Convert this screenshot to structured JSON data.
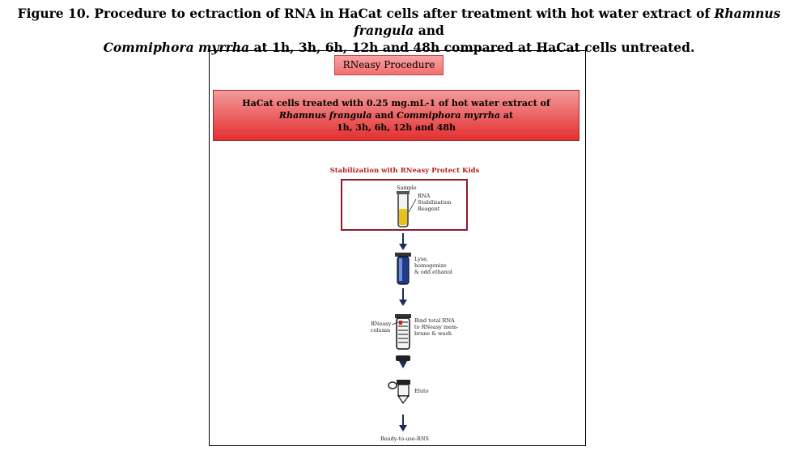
{
  "caption": {
    "line1_a": "Figure 10. Procedure to ectraction of RNA in HaCat cells after treatment with hot water extract of ",
    "line1_species1": "Rhamnus frangula",
    "line1_b": " and",
    "line2_species2": "Commiphora myrrha",
    "line2_b": " at 1h, 3h, 6h, 12h and 48h compared at HaCat cells untreated."
  },
  "procedure_title": "RNeasy Procedure",
  "treatment": {
    "line1": "HaCat cells treated with 0.25 mg.mL-1 of hot water extract of",
    "species1": "Rhamnus frangula",
    "and": " and ",
    "species2": "Commiphora myrrha",
    "at": " at",
    "line3": "1h, 3h, 6h, 12h and 48h"
  },
  "stabilization_label": "Stabilization with RNeasy Protect Kids",
  "steps": {
    "sample": "Sample",
    "reagent_1": "RNA",
    "reagent_2": "Stabilization",
    "reagent_3": "Reagent",
    "lyse_1": "Lyse,",
    "lyse_2": "homogenize",
    "lyse_3": "& odd ethanol",
    "column_1": "RNeasy",
    "column_2": "column",
    "bind_1": "Bind total RNA",
    "bind_2": "to RNeasy mem-",
    "bind_3": "brane & wash",
    "elute": "Eluto",
    "ready": "Ready-to-use-RNS"
  }
}
